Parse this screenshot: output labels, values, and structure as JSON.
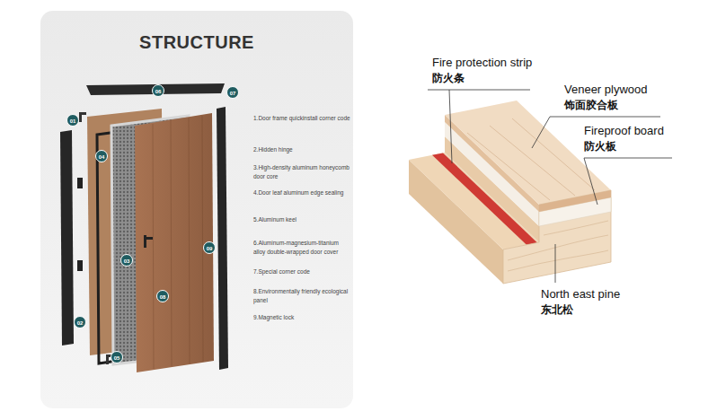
{
  "diagram": {
    "title": "STRUCTURE",
    "labels": [
      "01",
      "06",
      "07",
      "04",
      "03",
      "09",
      "02",
      "08",
      "05",
      "1.Door frame quickinstall corner code",
      "2.Hidden hinge",
      "3.High-density aluminum honeycomb door core",
      "4.Door leaf aluminum edge sealing",
      "5.Aluminum keel",
      "6.Aluminum-magnesium-titanium alloy double-wrapped door cover",
      "7.Special corner code",
      "8.Environmentally friendly ecological panel",
      "9.Magnetic lock",
      "Fire protection strip",
      "防火条",
      "Veneer plywood",
      "饰面胶合板",
      "Fireproof board",
      "防火板",
      "North east pine",
      "东北松"
    ]
  }
}
